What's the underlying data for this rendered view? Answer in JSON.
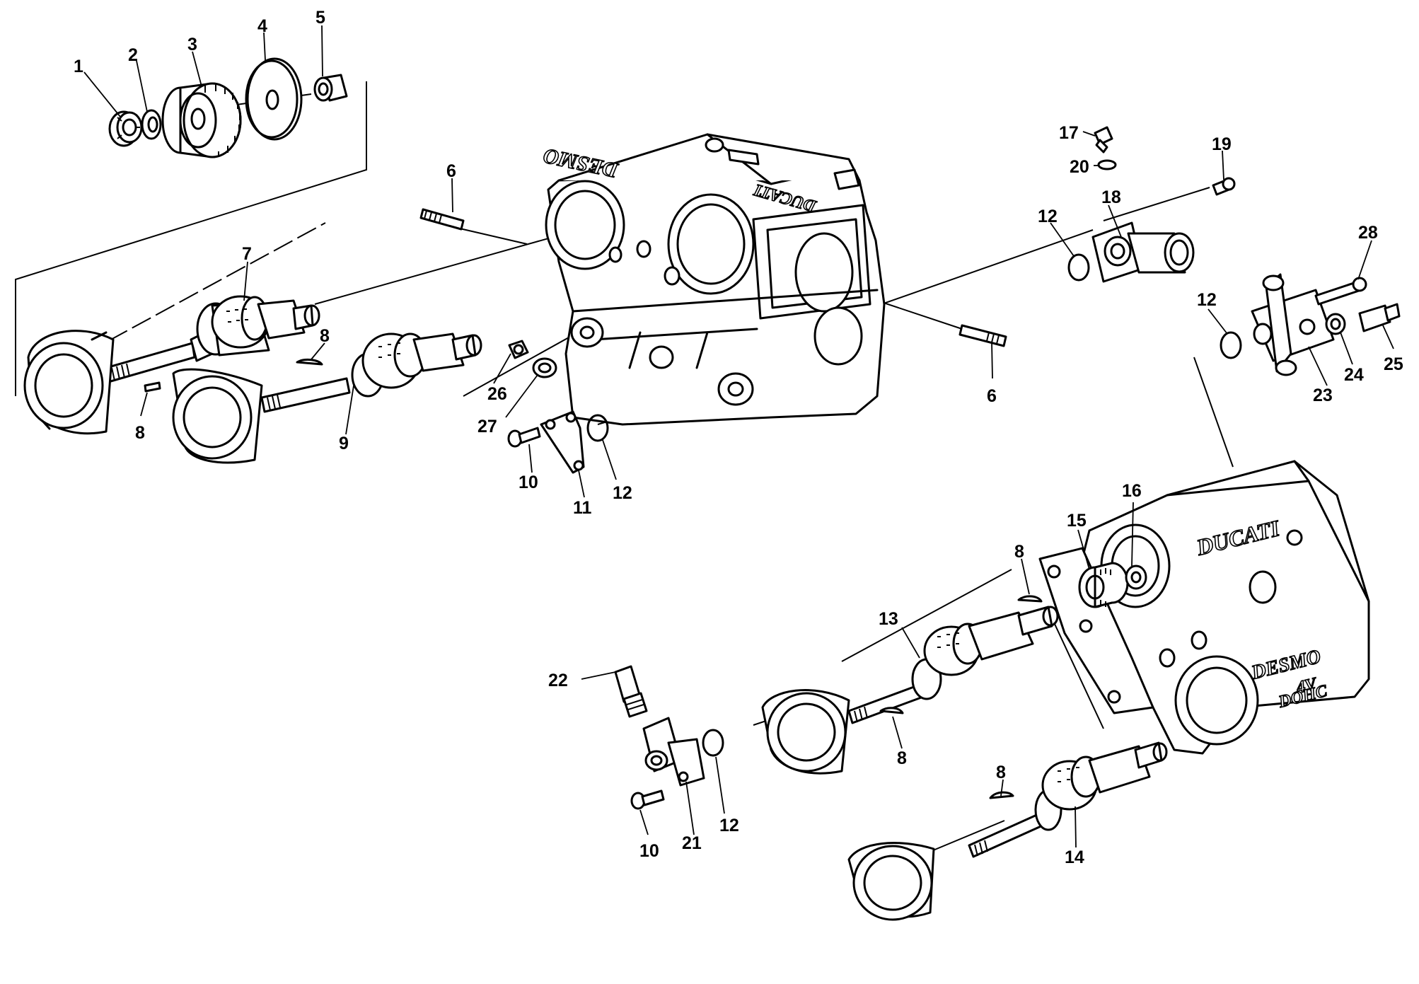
{
  "engravings": {
    "head_a_desmo": "DESMO",
    "head_a_ducati": "DUCATI",
    "head_b_ducati": "DUCATI",
    "head_b_desmo": "DESMO",
    "head_b_4v": "4V",
    "head_b_dohc": "DOHC"
  },
  "callouts": {
    "c1": "1",
    "c2": "2",
    "c3": "3",
    "c4": "4",
    "c5": "5",
    "c6a": "6",
    "c6b": "6",
    "c7": "7",
    "c8a": "8",
    "c8b": "8",
    "c8c": "8",
    "c8d": "8",
    "c8e": "8",
    "c9": "9",
    "c10a": "10",
    "c10b": "10",
    "c11": "11",
    "c12a": "12",
    "c12b": "12",
    "c12c": "12",
    "c12d": "12",
    "c13": "13",
    "c14": "14",
    "c15": "15",
    "c16": "16",
    "c17": "17",
    "c18": "18",
    "c19": "19",
    "c20": "20",
    "c21": "21",
    "c22": "22",
    "c23": "23",
    "c24": "24",
    "c25": "25",
    "c26": "26",
    "c27": "27",
    "c28": "28"
  }
}
